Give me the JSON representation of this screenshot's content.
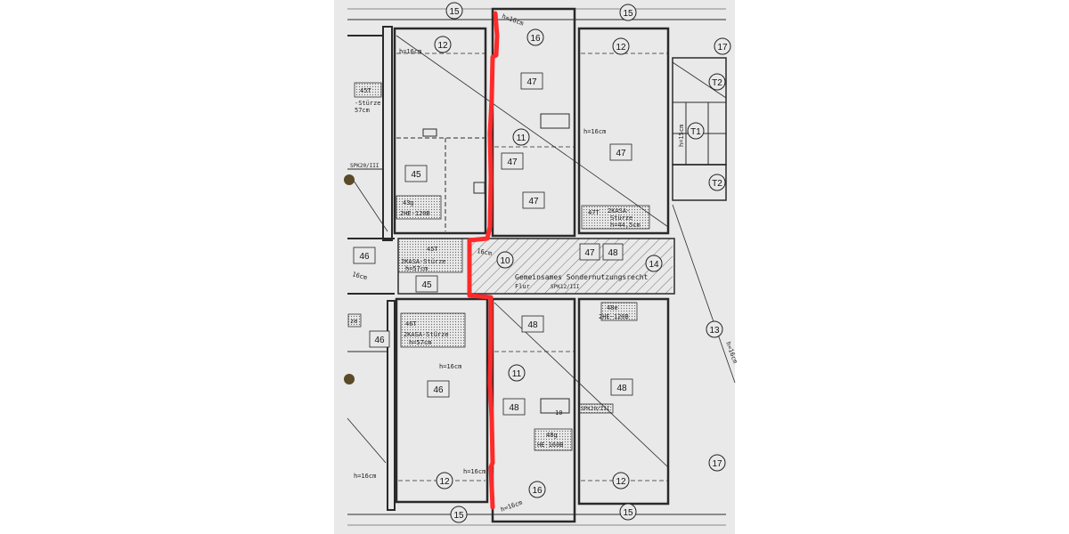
{
  "colors": {
    "paper": "#e9e9e9",
    "ink": "#2a2a2a",
    "red_line": "#ff2a2a",
    "hatch": "#555555"
  },
  "circle_labels": {
    "c15_top_left": "15",
    "c15_top_right": "15",
    "c15_bot_left": "15",
    "c15_bot_right": "15",
    "c12_tl": "12",
    "c12_tr": "12",
    "c12_bl": "12",
    "c12_br": "12",
    "c16_top": "16",
    "c16_bot": "16",
    "c17_top": "17",
    "c17_bot": "17",
    "c11_top": "11",
    "c11_bot": "11",
    "c10": "10",
    "c14": "14",
    "c13": "13",
    "t2_top": "T2",
    "t2_bot": "T2",
    "t1": "T1"
  },
  "unit_labels": {
    "u47_a": "47",
    "u47_b": "47",
    "u47_c": "47",
    "u47_d": "47",
    "u47_e": "47",
    "u45_a": "45",
    "u45_b": "45",
    "u46_a": "46",
    "u46_b": "46",
    "u46_c": "46",
    "u48_a": "48",
    "u48_b": "48",
    "u48_c": "48",
    "u48_d": "48"
  },
  "annotations": {
    "h16_top_center": "h=16cm",
    "h16_tl": "h=16cm",
    "h16_mid_right": "h=16cm",
    "h16_mid_bottom": "h=16cm",
    "h16_bl": "h=16cm",
    "h16_bl2": "h=16cm",
    "h16_bot_center": "h=16cm",
    "h16_corridor": "16cm",
    "h16_left": "16cm",
    "h16_right_diag": "h=16cm",
    "h15_t1": "h=15cm",
    "t_45t": "45T",
    "t_sturze_tl": "-Stürze",
    "t_57cm_tl": "57cm",
    "t_spk20_tl": "SPK20/III",
    "t_43g": "43g",
    "t_2he120b_top": "2HE-120B",
    "t_47t": "47T",
    "t_2kasa_r": "2KASA-",
    "t_sturze_r": "Stürze",
    "t_h44": "h=44,5cm",
    "t_45t_b": "45T",
    "t_2kasa_mid": "2KASA-Stürze",
    "t_h57_mid": "h=57cm",
    "t_gemeinsames": "Gemeinsames Sondernutzungsrecht",
    "t_flur": "Flur",
    "t_spk12": "SPK12/III",
    "t_48e": "48e",
    "t_2he120b_bot": "2HE-120B",
    "t_46t": "46T",
    "t_2kasa_bot": "2KASA-Stürze",
    "t_h57_bot": "h=57cm",
    "t_ze": "ze",
    "t_spk20_bot": "SPK20/III",
    "t_48g": "48g",
    "t_he160b": "HE-160B",
    "t_10": "10"
  }
}
